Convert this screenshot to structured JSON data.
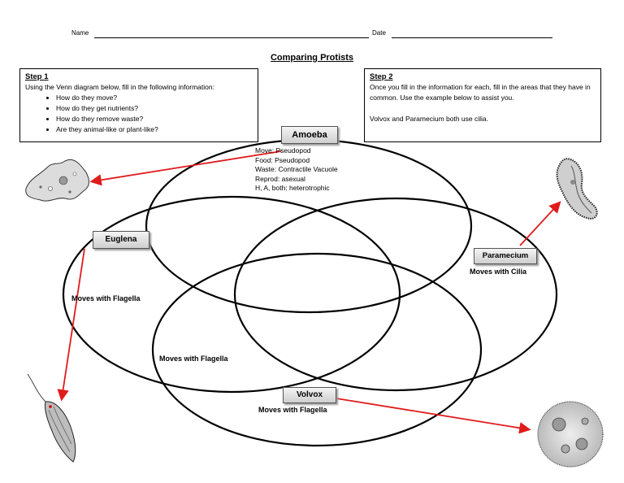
{
  "header": {
    "name_label": "Name",
    "date_label": "Date",
    "title": "Comparing Protists"
  },
  "step1": {
    "heading": "Step 1",
    "intro": "Using the Venn diagram below, fill in the following information:",
    "bullets": [
      "How do they move?",
      "How do they get nutrients?",
      "How do they remove waste?",
      "Are they animal-like or plant-like?"
    ]
  },
  "step2": {
    "heading": "Step 2",
    "text": "Once you fill in the information for each, fill in the areas that they have in common.  Use the example below to assist you.",
    "example": "Volvox and Paramecium both use cilia."
  },
  "labels": {
    "amoeba": "Amoeba",
    "euglena": "Euglena",
    "paramecium": "Paramecium",
    "volvox": "Volvox"
  },
  "amoeba_info": {
    "move": "Move: Pseudopod",
    "food": "Food: Pseudopod",
    "waste": "Waste: Contractile Vacuole",
    "reprod": "Reprod: asexual",
    "type": "H, A, both: heterotrophic"
  },
  "facts": {
    "euglena": "Moves with Flagella",
    "overlap": "Moves with Flagella",
    "volvox": "Moves with Flagella",
    "paramecium": "Moves with Cilia"
  },
  "colors": {
    "arrow": "#e01b1b",
    "outline": "#000000"
  }
}
